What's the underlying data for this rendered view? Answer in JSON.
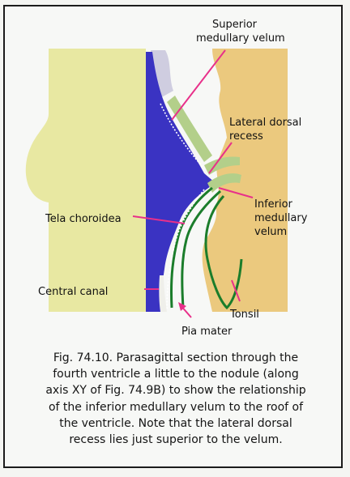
{
  "colors": {
    "left_tissue": "#e8e8a2",
    "right_tissue": "#ebc97e",
    "ventricle": "#3a33c2",
    "velum_green": "#b3cf8a",
    "line_green": "#1b7d2b",
    "pointer_pink": "#e8308a",
    "tonsil_stroke": "#1b7d2b"
  },
  "labels": {
    "superior_velum": [
      "Superior",
      "medullary velum"
    ],
    "lateral_recess": [
      "Lateral dorsal",
      "recess"
    ],
    "inferior_velum": [
      "Inferior",
      "medullary",
      "velum"
    ],
    "tela": "Tela choroidea",
    "central_canal": "Central canal",
    "tonsil": "Tonsil",
    "pia": "Pia mater"
  },
  "caption": [
    "Fig. 74.10. Parasagittal section through the",
    "fourth ventricle a little to the nodule (along",
    "axis XY of Fig. 74.9B) to show the relationship",
    "of the inferior medullary velum to the roof of",
    "the ventricle. Note that the lateral dorsal",
    "recess lies just superior to the velum."
  ]
}
